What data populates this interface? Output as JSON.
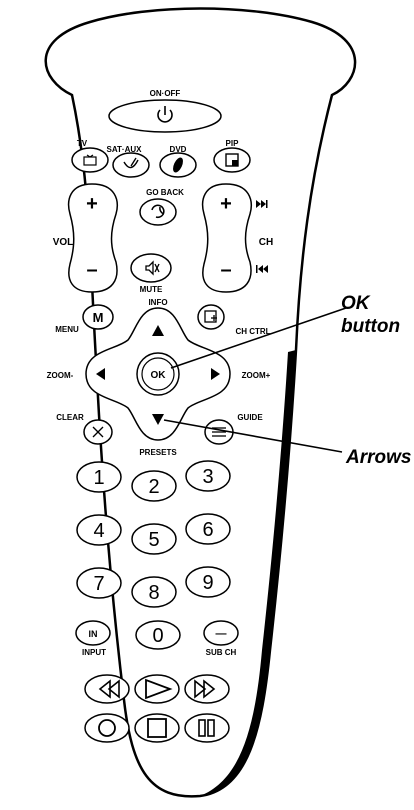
{
  "power": {
    "label": "ON·OFF"
  },
  "sources": {
    "tv": "TV",
    "sat_aux": "SAT·AUX",
    "dvd": "DVD",
    "pip": "PIP"
  },
  "go_back": {
    "label": "GO BACK"
  },
  "volume": {
    "label": "VOL",
    "plus": "+",
    "minus": "–"
  },
  "channel": {
    "label": "CH",
    "plus": "+",
    "minus": "–"
  },
  "mute": {
    "label": "MUTE"
  },
  "menu": {
    "label": "MENU",
    "key": "M"
  },
  "info": {
    "label": "INFO"
  },
  "ch_ctrl": {
    "label": "CH CTRL"
  },
  "zoom_minus": {
    "label": "ZOOM-"
  },
  "zoom_plus": {
    "label": "ZOOM+"
  },
  "ok": {
    "label": "OK"
  },
  "clear": {
    "label": "CLEAR"
  },
  "guide": {
    "label": "GUIDE"
  },
  "presets": {
    "label": "PRESETS"
  },
  "keypad": [
    "1",
    "2",
    "3",
    "4",
    "5",
    "6",
    "7",
    "8",
    "9"
  ],
  "zero": "0",
  "input": {
    "key": "IN",
    "label": "INPUT"
  },
  "sub_ch": {
    "key": "—",
    "label": "SUB CH"
  },
  "callouts": {
    "ok_line1": "OK",
    "ok_line2": "button",
    "arrows": "Arrows"
  }
}
